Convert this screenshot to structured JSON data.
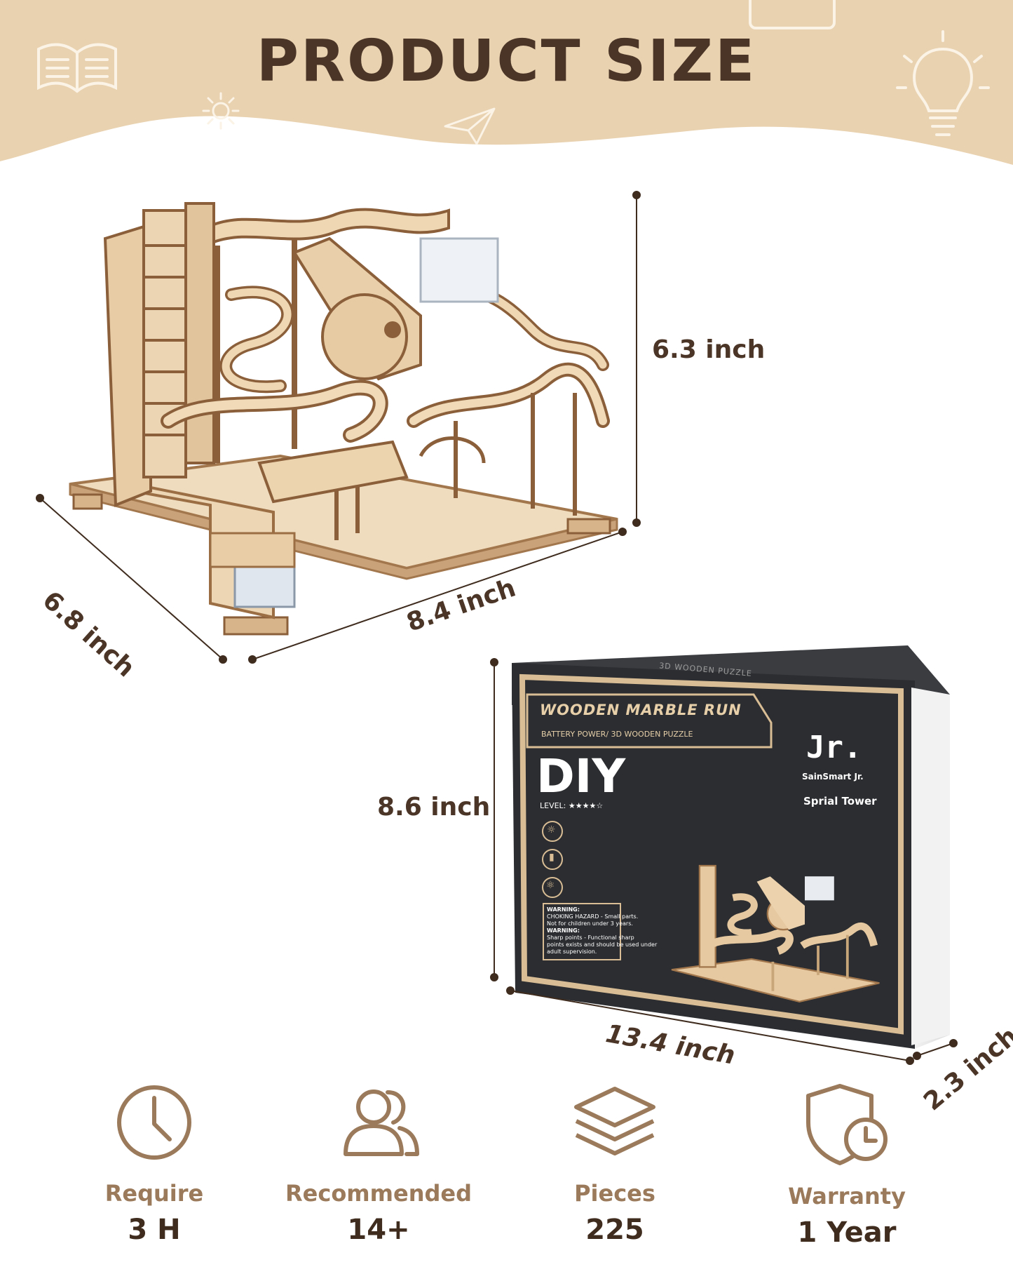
{
  "header": {
    "title": "PRODUCT SIZE"
  },
  "model_dimensions": {
    "height": "6.3 inch",
    "depth": "6.8 inch",
    "width": "8.4 inch"
  },
  "box_dimensions": {
    "height": "8.6 inch",
    "width": "13.4 inch",
    "depth": "2.3 inch"
  },
  "box": {
    "top_text": "3D WOODEN PUZZLE",
    "product_name": "WOODEN MARBLE RUN",
    "subtitle": "BATTERY POWER/ 3D WOODEN PUZZLE",
    "diy": "DIY",
    "level_label": "LEVEL:",
    "level_stars": "★★★★☆",
    "brand_logo": "Jr.",
    "brand": "SainSmart Jr.",
    "model": "Sprial Tower",
    "warning_title": "WARNING:",
    "warning_line1": "CHOKING HAZARD - Small parts.",
    "warning_line2": "Not for children under 3 years.",
    "warning_line3": "WARNING:",
    "warning_line4": "Sharp points - Functional sharp",
    "warning_line5": "points exists and should be used under",
    "warning_line6": "adult supervision."
  },
  "features": [
    {
      "icon": "clock-icon",
      "label": "Require",
      "value": "3 H"
    },
    {
      "icon": "users-icon",
      "label": "Recommended",
      "value": "14+"
    },
    {
      "icon": "layers-icon",
      "label": "Pieces",
      "value": "225"
    },
    {
      "icon": "shield-clock-icon",
      "label": "Warranty",
      "value": "1 Year"
    }
  ],
  "colors": {
    "header_bg": "#e9d2b0",
    "text_dark": "#4b3526",
    "label_brown": "#9a7a5a",
    "wood": "#e3c9a3",
    "box_dark": "#2b2d30"
  }
}
